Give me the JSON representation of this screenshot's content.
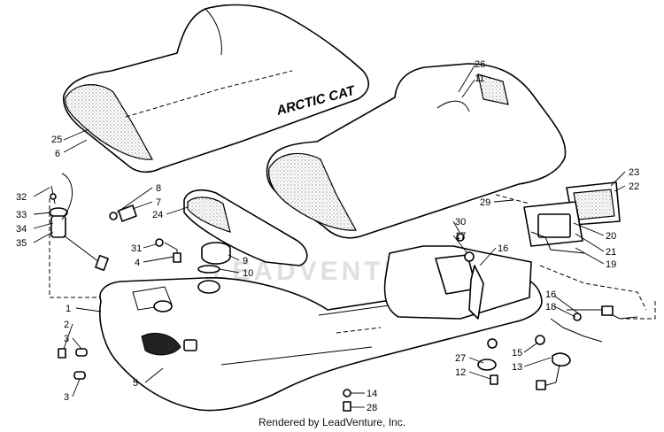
{
  "brand_text": "ARCTIC CAT",
  "watermark_text": "LEADVENTURE",
  "credit": "Rendered by LeadVenture, Inc.",
  "callouts": [
    "25",
    "6",
    "26",
    "11",
    "32",
    "33",
    "34",
    "35",
    "8",
    "7",
    "24",
    "31",
    "4",
    "9",
    "10",
    "23",
    "22",
    "29",
    "30",
    "17",
    "16",
    "20",
    "21",
    "19",
    "1",
    "2",
    "3",
    "3",
    "5",
    "16",
    "18",
    "15",
    "13",
    "27",
    "12",
    "14",
    "28"
  ]
}
